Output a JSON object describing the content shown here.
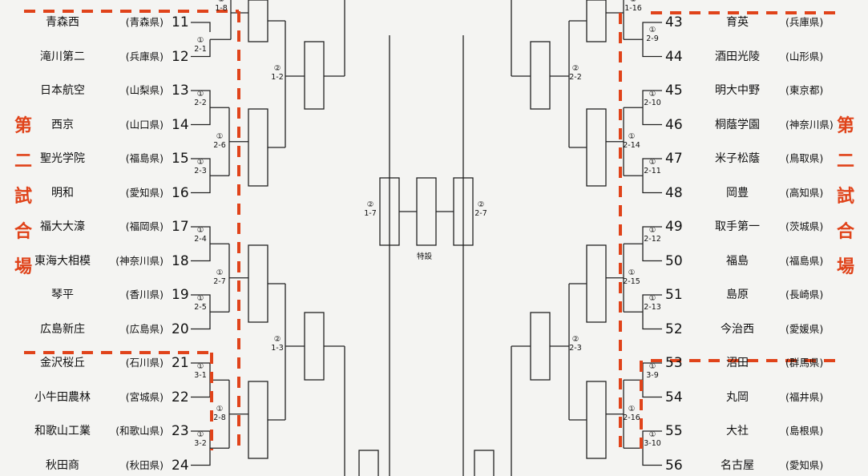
{
  "venue_label": "第二試合場",
  "special_label": "特設",
  "accent_color": "#e0431a",
  "left_teams": [
    {
      "name": "青森西",
      "pref": "(青森県)",
      "no": "11"
    },
    {
      "name": "滝川第二",
      "pref": "(兵庫県)",
      "no": "12"
    },
    {
      "name": "日本航空",
      "pref": "(山梨県)",
      "no": "13"
    },
    {
      "name": "西京",
      "pref": "(山口県)",
      "no": "14"
    },
    {
      "name": "聖光学院",
      "pref": "(福島県)",
      "no": "15"
    },
    {
      "name": "明和",
      "pref": "(愛知県)",
      "no": "16"
    },
    {
      "name": "福大大濠",
      "pref": "(福岡県)",
      "no": "17"
    },
    {
      "name": "東海大相模",
      "pref": "(神奈川県)",
      "no": "18"
    },
    {
      "name": "琴平",
      "pref": "(香川県)",
      "no": "19"
    },
    {
      "name": "広島新庄",
      "pref": "(広島県)",
      "no": "20"
    },
    {
      "name": "金沢桜丘",
      "pref": "(石川県)",
      "no": "21"
    },
    {
      "name": "小牛田農林",
      "pref": "(宮城県)",
      "no": "22"
    },
    {
      "name": "和歌山工業",
      "pref": "(和歌山県)",
      "no": "23"
    },
    {
      "name": "秋田商",
      "pref": "(秋田県)",
      "no": "24"
    }
  ],
  "right_teams": [
    {
      "name": "育英",
      "pref": "(兵庫県)",
      "no": "43"
    },
    {
      "name": "酒田光陵",
      "pref": "(山形県)",
      "no": "44"
    },
    {
      "name": "明大中野",
      "pref": "(東京都)",
      "no": "45"
    },
    {
      "name": "桐蔭学園",
      "pref": "(神奈川県)",
      "no": "46"
    },
    {
      "name": "米子松蔭",
      "pref": "(鳥取県)",
      "no": "47"
    },
    {
      "name": "岡豊",
      "pref": "(高知県)",
      "no": "48"
    },
    {
      "name": "取手第一",
      "pref": "(茨城県)",
      "no": "49"
    },
    {
      "name": "福島",
      "pref": "(福島県)",
      "no": "50"
    },
    {
      "name": "島原",
      "pref": "(長崎県)",
      "no": "51"
    },
    {
      "name": "今治西",
      "pref": "(愛媛県)",
      "no": "52"
    },
    {
      "name": "沼田",
      "pref": "(群馬県)",
      "no": "53"
    },
    {
      "name": "丸岡",
      "pref": "(福井県)",
      "no": "54"
    },
    {
      "name": "大社",
      "pref": "(島根県)",
      "no": "55"
    },
    {
      "name": "名古屋",
      "pref": "(愛知県)",
      "no": "56"
    }
  ],
  "match_labels": {
    "left_r1": [
      "2-1",
      "2-2",
      "2-3",
      "2-4",
      "2-5",
      "3-1",
      "3-2"
    ],
    "left_r2": [
      "2-6",
      "2-7",
      "2-8"
    ],
    "left_r3": [
      "1-2",
      "1-3"
    ],
    "right_r1": [
      "2-9",
      "2-10",
      "2-11",
      "2-12",
      "2-13",
      "3-9",
      "3-10"
    ],
    "right_r2": [
      "2-14",
      "2-15",
      "2-16"
    ],
    "right_r3": [
      "2-2",
      "2-3"
    ],
    "top_left": "1-8",
    "top_right": "1-16",
    "center_left": "1-7",
    "center_right": "2-7",
    "round1_mark": "①",
    "round2_mark": "②"
  }
}
